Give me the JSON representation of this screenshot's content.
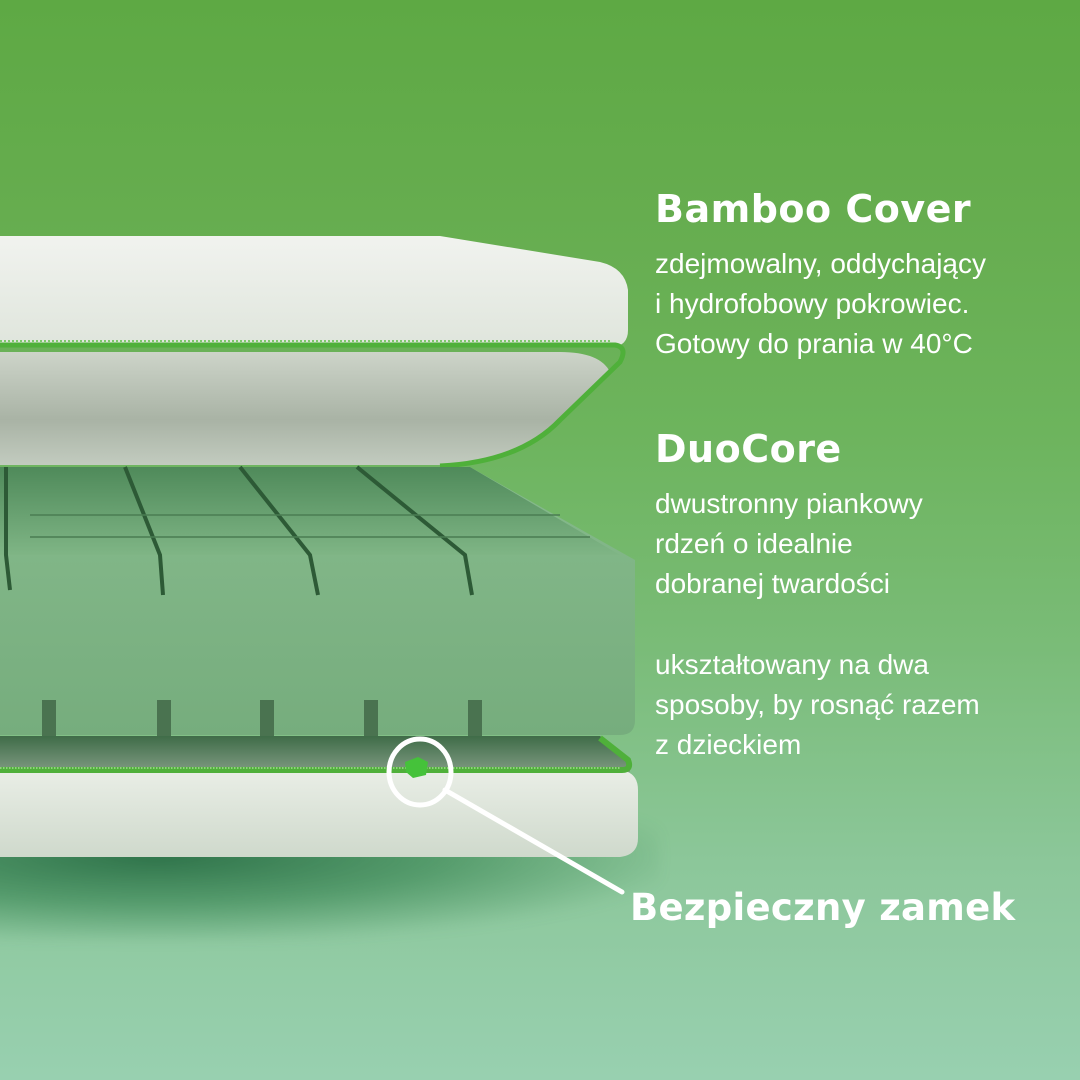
{
  "colors": {
    "background_top": "#5ea944",
    "background_bottom": "#98d0b0",
    "cover_white": "#eef1ec",
    "foam_green": "#7db585",
    "zipper_green": "#4fb03a",
    "text": "#ffffff"
  },
  "features": {
    "bamboo_cover": {
      "title": "Bamboo Cover",
      "lines": [
        "zdejmowalny, oddychający",
        "i hydrofobowy pokrowiec.",
        "Gotowy do prania w 40°C"
      ]
    },
    "duocore": {
      "title": "DuoCore",
      "lines": [
        "dwustronny piankowy",
        "rdzeń  o idealnie",
        "dobranej twardości"
      ]
    },
    "shaped": {
      "lines": [
        "ukształtowany na dwa",
        "sposoby, by rosnąć razem",
        "z dzieckiem"
      ]
    }
  },
  "callout": {
    "label": "Bezpieczny zamek",
    "icon": "zipper-highlight-circle"
  }
}
